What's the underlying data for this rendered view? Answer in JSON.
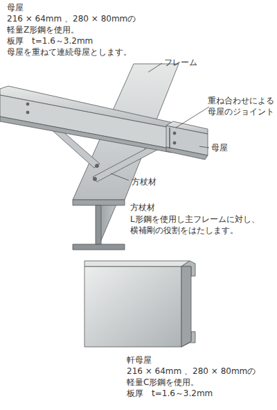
{
  "diagram": {
    "labels": [
      "母屋",
      "216 × 64mm 、280 × 80mmの",
      "軽量Z形鋼を使用。",
      "板厚　t=1.6～3.2mm",
      "母屋を重ねて連続母屋とします。",
      "フレーム",
      "重ね合わせによる",
      "母屋のジョイント",
      "母屋",
      "方杖材",
      "方杖材",
      "L形鋼を使用し主フレームに対し、",
      "横補剛の役割をはたします。",
      "軒母屋",
      "216 × 64mm 、280 × 80mmの",
      "軽量C形鋼を使用。",
      "板厚　t=1.6～3.2mm"
    ]
  }
}
